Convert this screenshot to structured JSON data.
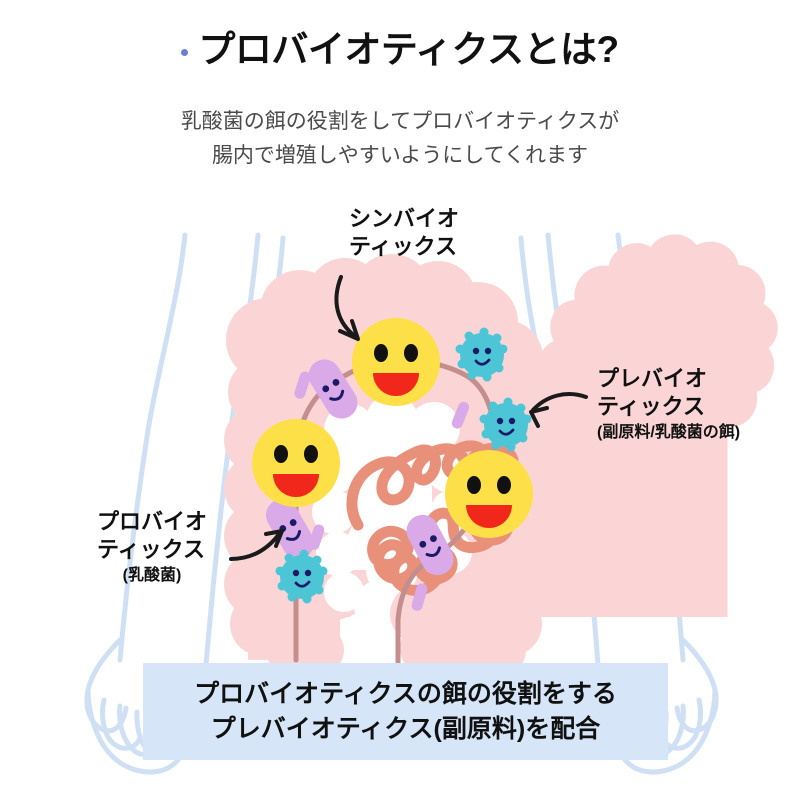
{
  "header": {
    "bullet_icon": "blue-dot",
    "title": "プロバイオティクスとは?",
    "subtitle_line1": "乳酸菌の餌の役割をしてプロバイオティクスが",
    "subtitle_line2": "腸内で増殖しやすいようにしてくれます"
  },
  "callouts": {
    "synbiotics": {
      "line1": "シンバイオ",
      "line2": "ティックス",
      "arrow": "curved-arrow-down-right"
    },
    "prebiotics": {
      "line1": "プレバイオ",
      "line2": "ティックス",
      "note": "(副原料/乳酸菌の餌)",
      "arrow": "curved-arrow-left"
    },
    "probiotics": {
      "line1": "プロバイオ",
      "line2": "ティックス",
      "note": "(乳酸菌)",
      "arrow": "curved-arrow-up-right"
    }
  },
  "banner": {
    "line1": "プロバイオティクスの餌の役割をする",
    "line2": "プレバイオティクス(副原料)を配合",
    "background_color": "#d6e5f7"
  },
  "illustration": {
    "description": "human-torso-with-intestine",
    "body_outline_color": "#cfe0f5",
    "colon_color": "#fbd5d5",
    "small_intestine_color": "#e8907a",
    "path_line_color": "#c58e8e",
    "smiley_color": "#fde047",
    "smiley_mouth_color": "#f0271a",
    "rod_bacteria_color": "#d9a9e8",
    "spiky_bacteria_color": "#4cc6d6",
    "face_ink_color": "#1a1a66",
    "smiley_count": 3,
    "rod_bacteria_count": 3,
    "spiky_bacteria_count": 3,
    "dash_count": 5
  }
}
